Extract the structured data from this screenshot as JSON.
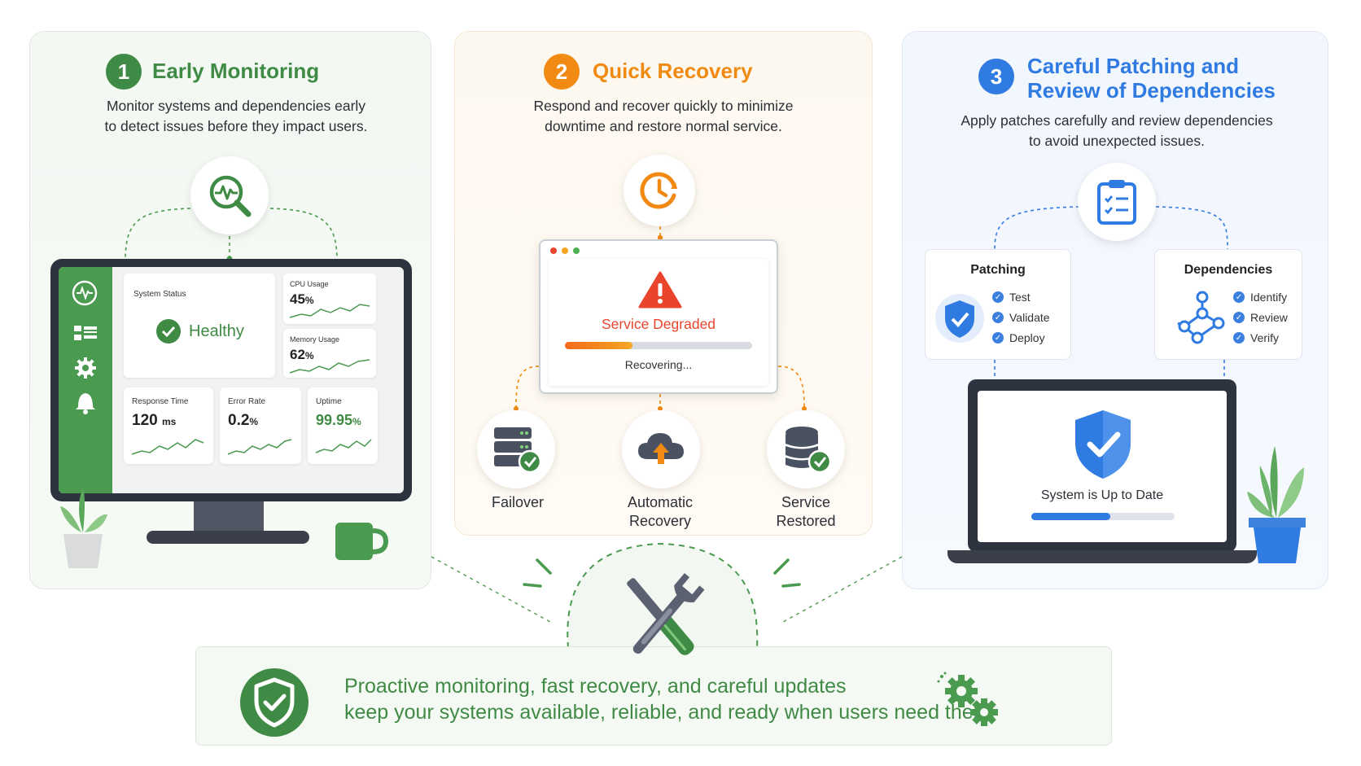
{
  "colors": {
    "green": "#3f8a45",
    "orange": "#f08a12",
    "blue": "#2f7be2",
    "red": "#e8452c"
  },
  "panel1": {
    "number": "1",
    "title": "Early Monitoring",
    "description_line1": "Monitor systems and dependencies early",
    "description_line2": "to detect issues before they impact users.",
    "icon": "pulse-magnifier-icon",
    "dashboard": {
      "sidebar_icons": [
        "pulse-icon",
        "list-icon",
        "gear-icon",
        "bell-icon"
      ],
      "system_status_label": "System Status",
      "status_value": "Healthy",
      "cpu_label": "CPU Usage",
      "cpu_value": "45",
      "cpu_unit": "%",
      "memory_label": "Memory Usage",
      "memory_value": "62",
      "memory_unit": "%",
      "response_label": "Response Time",
      "response_value": "120",
      "response_unit": "ms",
      "error_label": "Error Rate",
      "error_value": "0.2",
      "error_unit": "%",
      "uptime_label": "Uptime",
      "uptime_value": "99.95",
      "uptime_unit": "%"
    }
  },
  "panel2": {
    "number": "2",
    "title": "Quick Recovery",
    "description_line1": "Respond and recover quickly to minimize",
    "description_line2": "downtime and restore normal service.",
    "icon": "clock-refresh-icon",
    "alert_text": "Service Degraded",
    "progress_text": "Recovering...",
    "progress_fraction": 0.36,
    "steps": [
      {
        "line1": "Failover",
        "line2": "",
        "icon": "server-check-icon"
      },
      {
        "line1": "Automatic",
        "line2": "Recovery",
        "icon": "cloud-upload-icon"
      },
      {
        "line1": "Service",
        "line2": "Restored",
        "icon": "database-check-icon"
      }
    ]
  },
  "panel3": {
    "number": "3",
    "title_line1": "Careful Patching and",
    "title_line2": "Review of Dependencies",
    "description_line1": "Apply patches carefully and review dependencies",
    "description_line2": "to avoid unexpected issues.",
    "icon": "clipboard-checklist-icon",
    "patching": {
      "title": "Patching",
      "items": [
        "Test",
        "Validate",
        "Deploy"
      ]
    },
    "dependencies": {
      "title": "Dependencies",
      "items": [
        "Identify",
        "Review",
        "Verify"
      ]
    },
    "laptop_status": "System is Up to Date",
    "update_progress_fraction": 0.55
  },
  "bottom": {
    "line1": "Proactive monitoring, fast recovery, and careful updates",
    "line2": "keep your systems available, reliable, and ready when users need them."
  }
}
